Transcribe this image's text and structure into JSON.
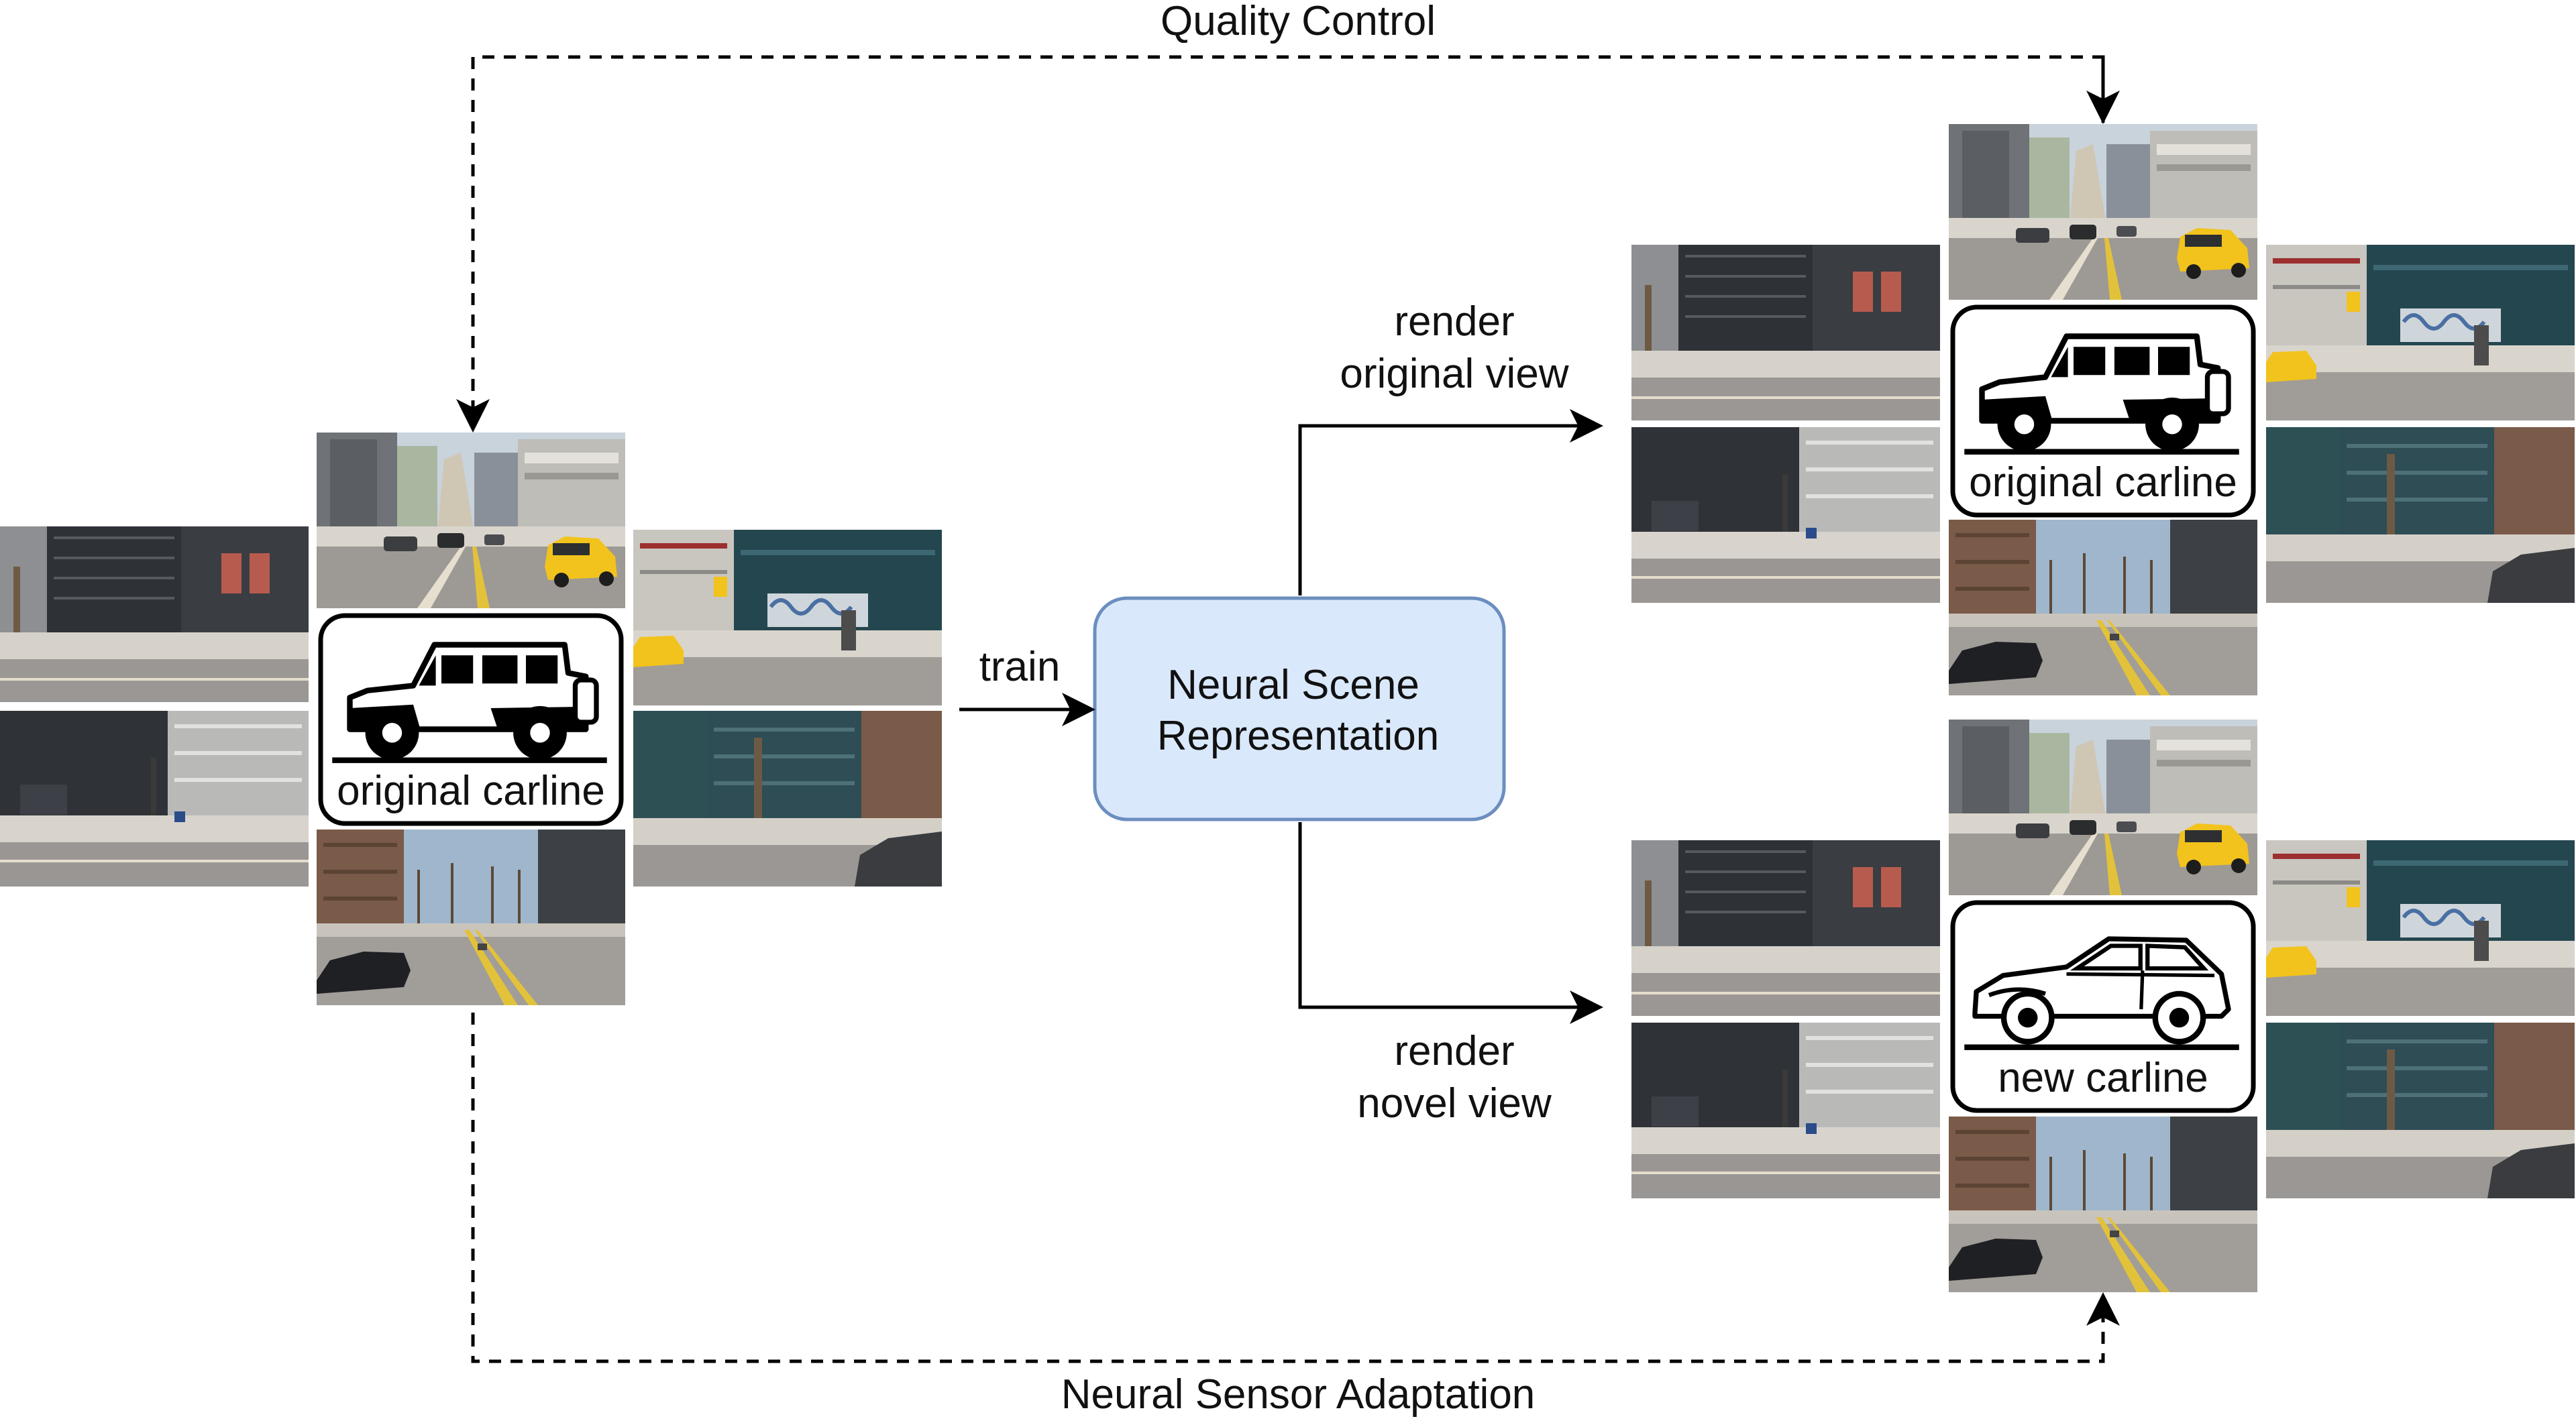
{
  "labels": {
    "quality_control": "Quality Control",
    "neural_sensor_adaptation": "Neural Sensor Adaptation",
    "train": "train",
    "render_original_line1": "render",
    "render_original_line2": "original view",
    "render_novel_line1": "render",
    "render_novel_line2": "novel view",
    "node_line1": "Neural Scene",
    "node_line2": "Representation"
  },
  "carlines": {
    "input": "original carline",
    "output_original": "original carline",
    "output_new": "new carline"
  },
  "icons": {
    "suv": "suv-icon",
    "hatchback": "hatchback-icon",
    "street_view": "street-view-thumbnail"
  },
  "colors": {
    "node_fill": "#dae8fc",
    "node_stroke": "#6c8ebf",
    "arrow": "#000000",
    "sky": "#b7c7d6",
    "building_dark": "#2e3136",
    "building_light": "#8b8d90",
    "road": "#9b9794",
    "sidewalk": "#d8d4cc",
    "lane_yellow": "#e2c23a",
    "taxi_yellow": "#f2c31c",
    "teal_facade": "#24464f",
    "brick": "#7a5a48"
  }
}
